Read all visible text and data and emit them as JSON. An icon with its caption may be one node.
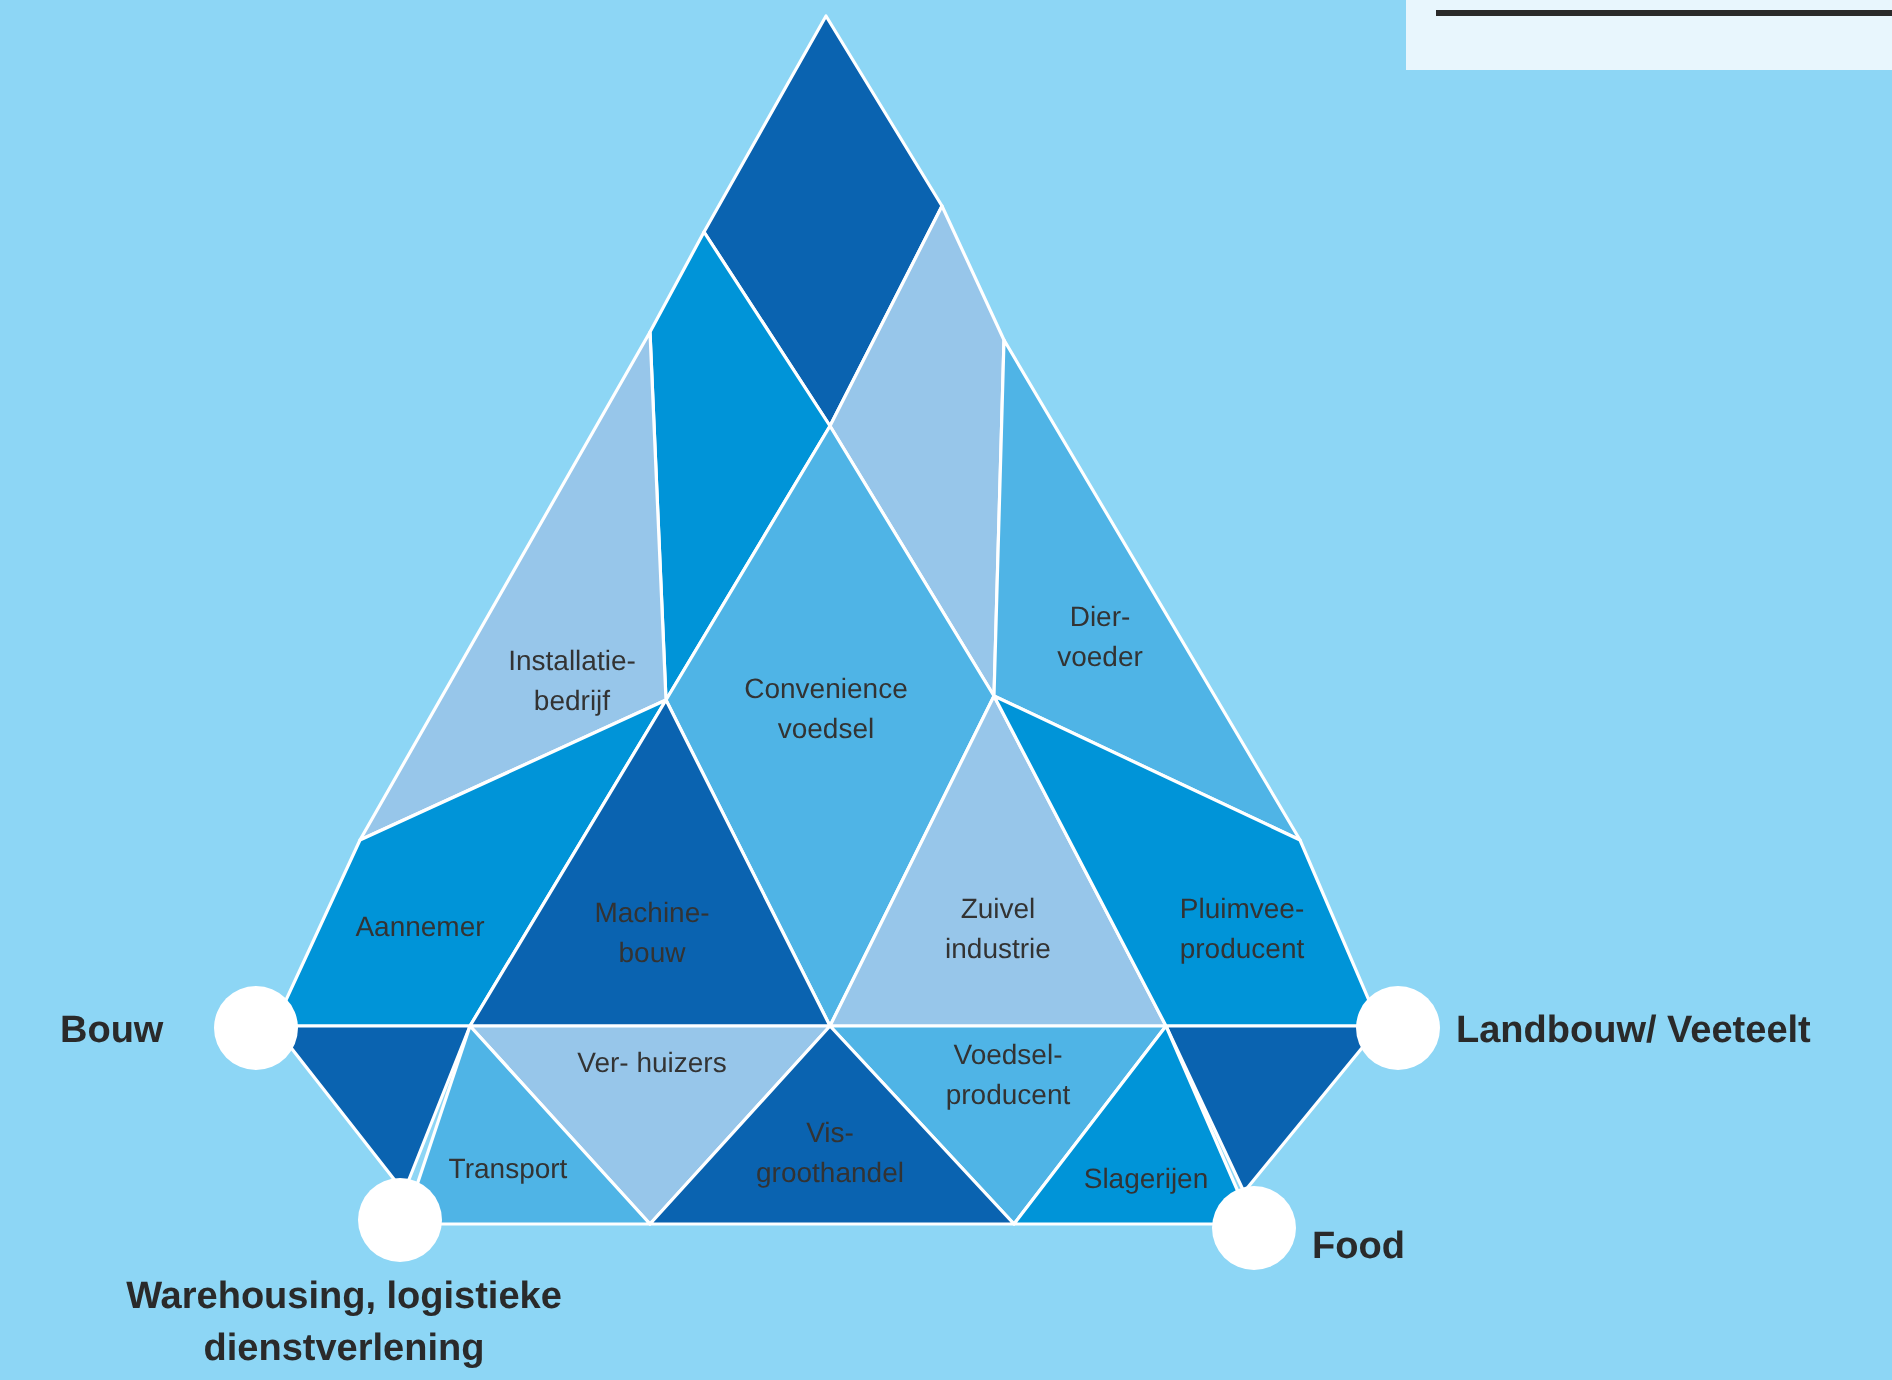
{
  "diagram": {
    "nodes": [
      {
        "text": [],
        "shape": "diamond"
      },
      {
        "text": [],
        "shape": "box"
      },
      {
        "text": [],
        "shape": "box"
      },
      {
        "text": [
          "Dier- voeder"
        ]
      },
      {
        "text": [
          "Installatie- bedrijf"
        ]
      },
      {
        "text": [
          "Convenience voedsel"
        ]
      },
      {
        "text": [
          "Aannemer"
        ]
      },
      {
        "text": [
          "Machine- bouw"
        ]
      },
      {
        "text": [
          "Zuivel industrie"
        ]
      },
      {
        "text": [
          "Pluimvee- producent"
        ]
      },
      {
        "text": [],
        "shape": "circle",
        "beside": [
          "Bouw"
        ]
      },
      {
        "text": [],
        "shape": "circle",
        "beside": [
          "Landbouw/ Veeteelt"
        ]
      },
      {
        "text": [],
        "shape": "triangle"
      },
      {
        "text": [
          "Ver- huizers"
        ]
      },
      {
        "text": [
          "Voedsel- producent"
        ]
      },
      {
        "text": [],
        "shape": "triangle"
      },
      {
        "text": [
          "Transport"
        ]
      },
      {
        "text": [
          "Vis- groothandel"
        ]
      },
      {
        "text": [
          "Slagerijen"
        ]
      },
      {
        "text": [],
        "shape": "circle",
        "beside": [
          "Warehousing, logistieke dienstverlening"
        ]
      },
      {
        "text": [],
        "shape": "circle",
        "beside": [
          "Food"
        ]
      }
    ]
  }
}
